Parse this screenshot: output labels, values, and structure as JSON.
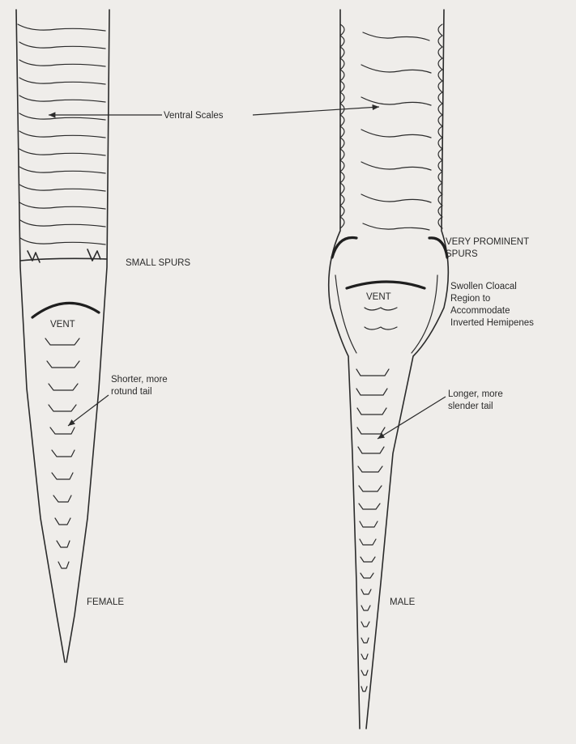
{
  "labels": {
    "ventral_scales": "Ventral Scales",
    "small_spurs": "SMALL SPURS",
    "very_prominent_spurs_1": "VERY PROMINENT",
    "very_prominent_spurs_2": "SPURS",
    "vent_female": "VENT",
    "vent_male": "VENT",
    "swollen_1": "Swollen Cloacal",
    "swollen_2": "Region to",
    "swollen_3": "Accommodate",
    "swollen_4": "Inverted Hemipenes",
    "shorter_1": "Shorter, more",
    "shorter_2": "rotund tail",
    "longer_1": "Longer, more",
    "longer_2": "slender tail",
    "female": "FEMALE",
    "male": "MALE"
  },
  "colors": {
    "paper": "#efedea",
    "ink": "#2b2b2b"
  }
}
